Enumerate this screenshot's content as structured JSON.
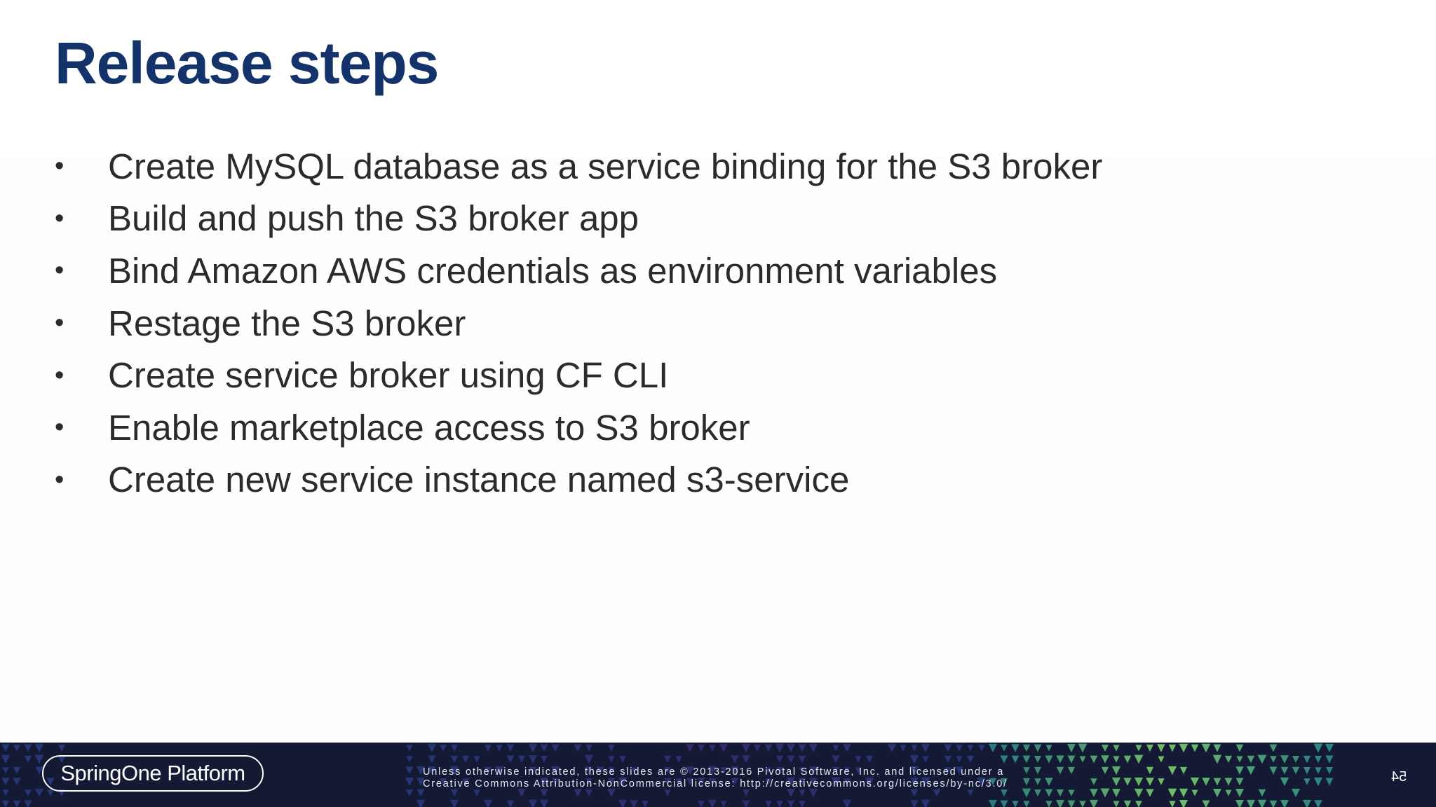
{
  "slide": {
    "title": "Release steps",
    "bullets": [
      "Create MySQL database as a service binding for the S3 broker",
      "Build and push the S3 broker app",
      "Bind Amazon AWS credentials as environment variables",
      "Restage the S3 broker",
      "Create service broker using CF CLI",
      "Enable marketplace access to S3 broker",
      "Create new service instance named s3-service"
    ],
    "bullet_glyph": "•"
  },
  "footer": {
    "logo_text": "SpringOne Platform",
    "license_line1": "Unless otherwise indicated, these slides are © 2013-2016 Pivotal Software, Inc. and licensed under a",
    "license_line2": "Creative Commons Attribution-NonCommercial license: http://creativecommons.org/licenses/by-nc/3.0/",
    "page_number": "54",
    "colors": {
      "background": "#141a33",
      "pattern_blue": "#3b57c4",
      "pattern_purple": "#5a3fb0",
      "pattern_teal": "#2fa39a",
      "pattern_green": "#7fd36b"
    }
  },
  "theme": {
    "title_color": "#15336b",
    "text_color": "#2b2b2b"
  }
}
